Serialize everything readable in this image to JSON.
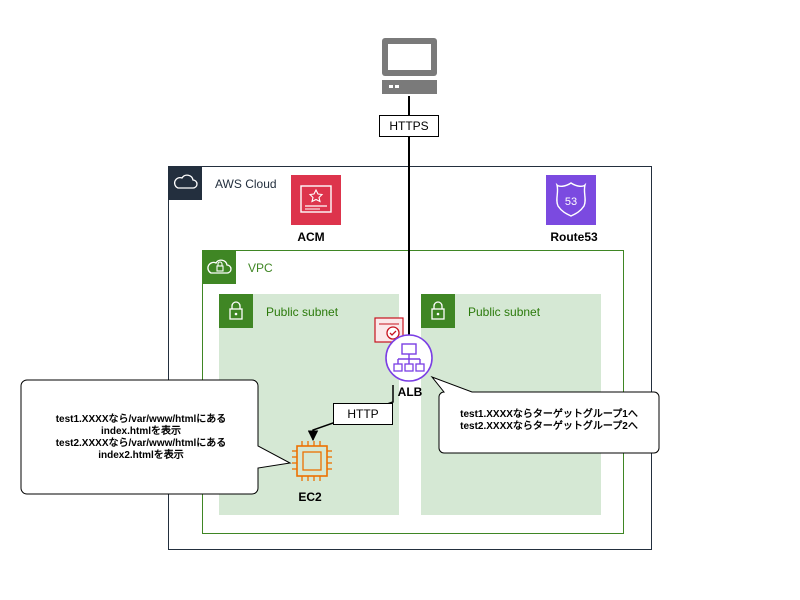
{
  "labels": {
    "https": "HTTPS",
    "http": "HTTP",
    "aws_cloud": "AWS Cloud",
    "vpc": "VPC",
    "public_subnet_left": "Public subnet",
    "public_subnet_right": "Public subnet",
    "acm": "ACM",
    "route53": "Route53",
    "alb": "ALB",
    "ec2": "EC2",
    "route53_badge": "53"
  },
  "callouts": {
    "left": {
      "line1": "test1.XXXXなら/var/www/htmlにある",
      "line2": "index.htmlを表示",
      "line3": "test2.XXXXなら/var/www/htmlにある",
      "line4": "index2.htmlを表示"
    },
    "right": {
      "line1": "test1.XXXXならターゲットグループ1へ",
      "line2": "test2.XXXXならターゲットグループ2へ"
    }
  },
  "icons": {
    "client": "computer-monitor-icon",
    "acm": "certificate-manager-icon",
    "route53": "route53-shield-icon",
    "alb": "load-balancer-icon",
    "ec2": "ec2-chip-icon",
    "cert": "certificate-icon",
    "cloud": "cloud-icon",
    "vpc": "vpc-cloud-icon",
    "lock": "padlock-icon"
  },
  "colors": {
    "aws_dark": "#232f3e",
    "vpc_green": "#3f8624",
    "subnet_fill": "#d5e8d4",
    "acm_red": "#dd344c",
    "route53_purple": "#7b4ae0",
    "alb_purple": "#7b3fe4",
    "ec2_orange": "#ed7100",
    "cert_red": "#c7131f"
  }
}
